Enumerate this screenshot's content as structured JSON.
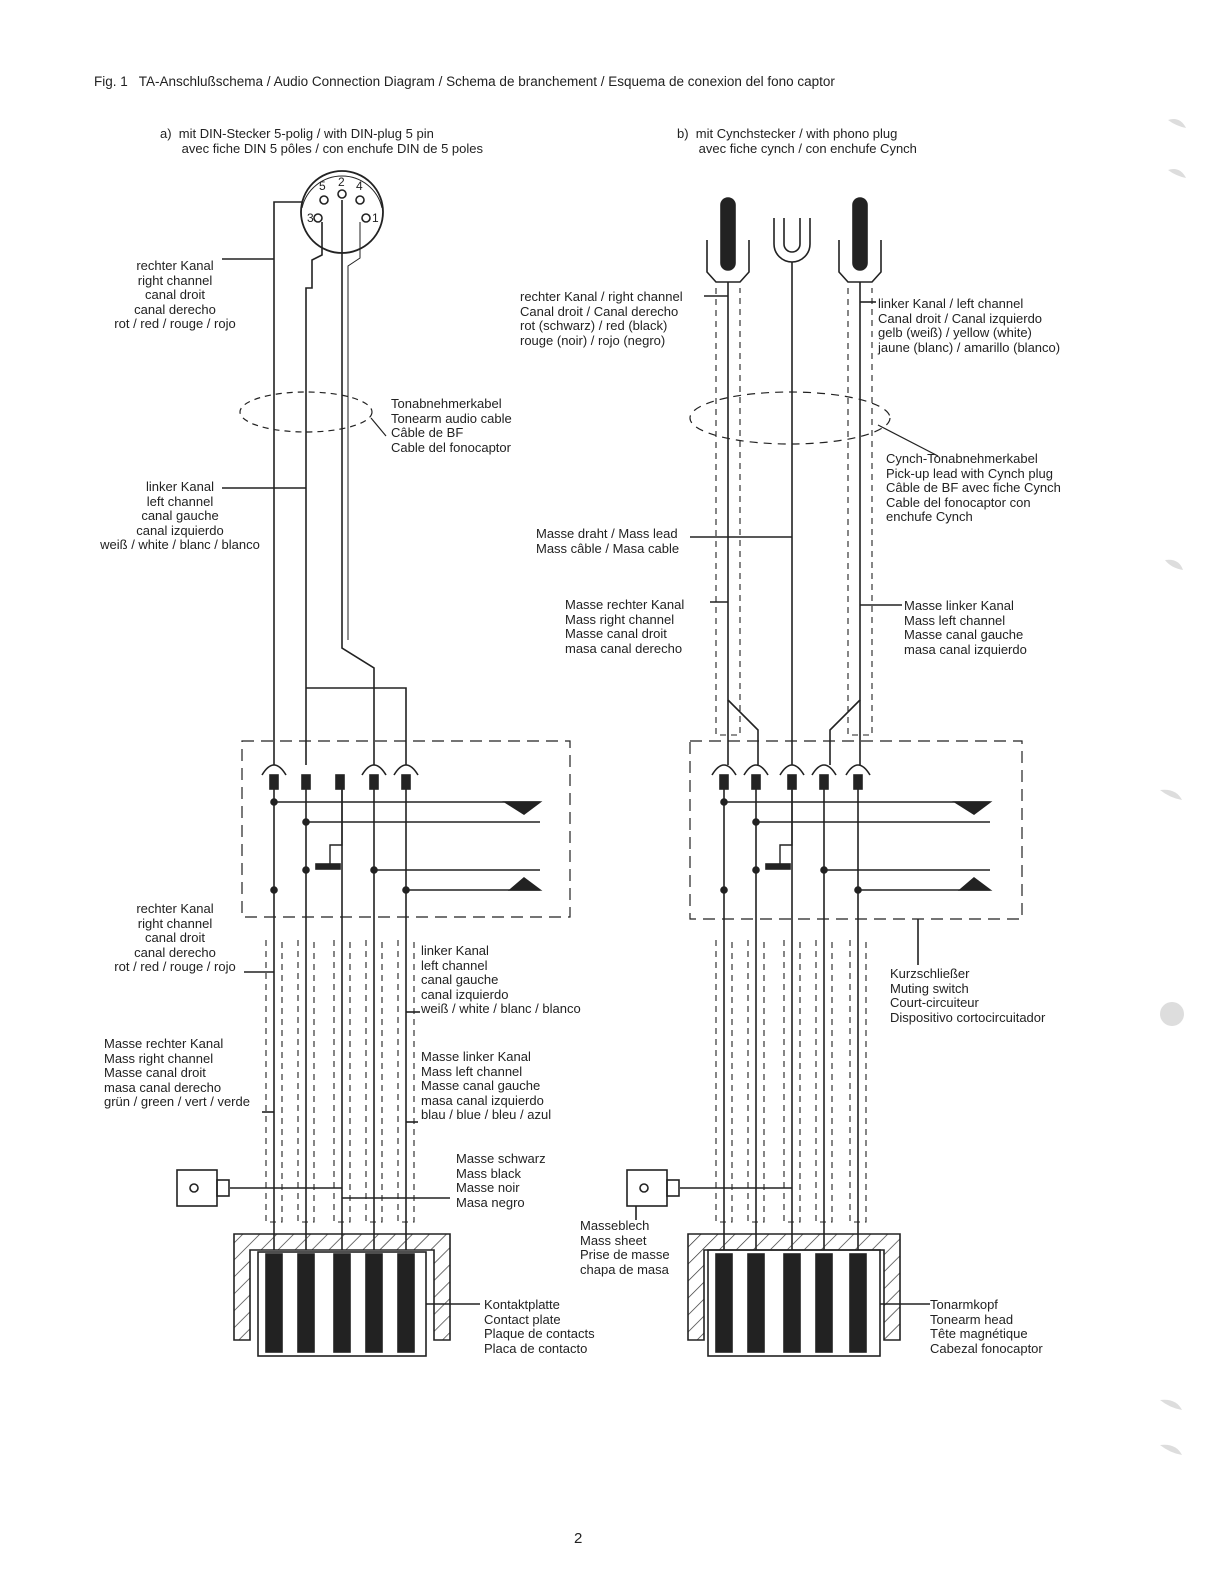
{
  "figure_title": "Fig. 1   TA-Anschlußschema / Audio Connection Diagram / Schema de branchement / Esquema de conexion del fono captor",
  "panel_a": {
    "heading": "a)  mit DIN-Stecker 5-polig / with DIN-plug 5 pin\n      avec fiche DIN 5 pôles / con enchufe DIN de 5 poles",
    "pins": [
      "5",
      "2",
      "4",
      "3",
      "1"
    ],
    "right_channel": "rechter Kanal\nright channel\ncanal droit\ncanal derecho\nrot / red / rouge / rojo",
    "tonearm_cable": "Tonabnehmerkabel\nTonearm audio cable\nCâble de BF\nCable del fonocaptor",
    "left_channel": "linker Kanal\nleft channel\ncanal gauche\ncanal izquierdo\nweiß / white / blanc / blanco",
    "lower_right_channel": "rechter Kanal\nright channel\ncanal droit\ncanal derecho\nrot / red / rouge / rojo",
    "lower_left_channel": "linker Kanal\nleft channel\ncanal gauche\ncanal izquierdo\nweiß / white / blanc / blanco",
    "mass_right": "Masse rechter Kanal\nMass right channel\nMasse canal droit\nmasa canal derecho\ngrün / green / vert / verde",
    "mass_left": "Masse linker Kanal\nMass left channel\nMasse canal gauche\nmasa canal izquierdo\nblau / blue / bleu / azul",
    "mass_black": "Masse schwarz\nMass black\nMasse noir\nMasa negro",
    "contact_plate": "Kontaktplatte\nContact plate\nPlaque de contacts\nPlaca de contacto"
  },
  "panel_b": {
    "heading": "b)  mit Cynchstecker / with phono plug\n      avec fiche cynch / con enchufe Cynch",
    "right_channel": "rechter Kanal / right channel\nCanal droit / Canal derecho\nrot (schwarz) / red (black)\nrouge (noir) / rojo (negro)",
    "left_channel": "linker Kanal / left channel\nCanal droit / Canal izquierdo\ngelb (weiß) / yellow (white)\njaune (blanc) / amarillo (blanco)",
    "cynch_cable": "Cynch-Tonabnehmerkabel\nPick-up lead with Cynch plug\nCâble de BF avec fiche Cynch\nCable del fonocaptor con\nenchufe Cynch",
    "mass_lead": "Masse draht / Mass lead\nMass câble / Masa cable",
    "mass_right": "Masse rechter Kanal\nMass right channel\nMasse canal droit\nmasa canal derecho",
    "mass_left": "Masse linker Kanal\nMass left channel\nMasse canal gauche\nmasa canal izquierdo",
    "muting_switch": "Kurzschließer\nMuting switch\nCourt-circuiteur\nDispositivo cortocircuitador",
    "mass_sheet": "Masseblech\nMass sheet\nPrise de masse\nchapa de masa",
    "tonearm_head": "Tonarmkopf\nTonearm head\nTête magnétique\nCabezal fonocaptor"
  },
  "page_number": "2"
}
